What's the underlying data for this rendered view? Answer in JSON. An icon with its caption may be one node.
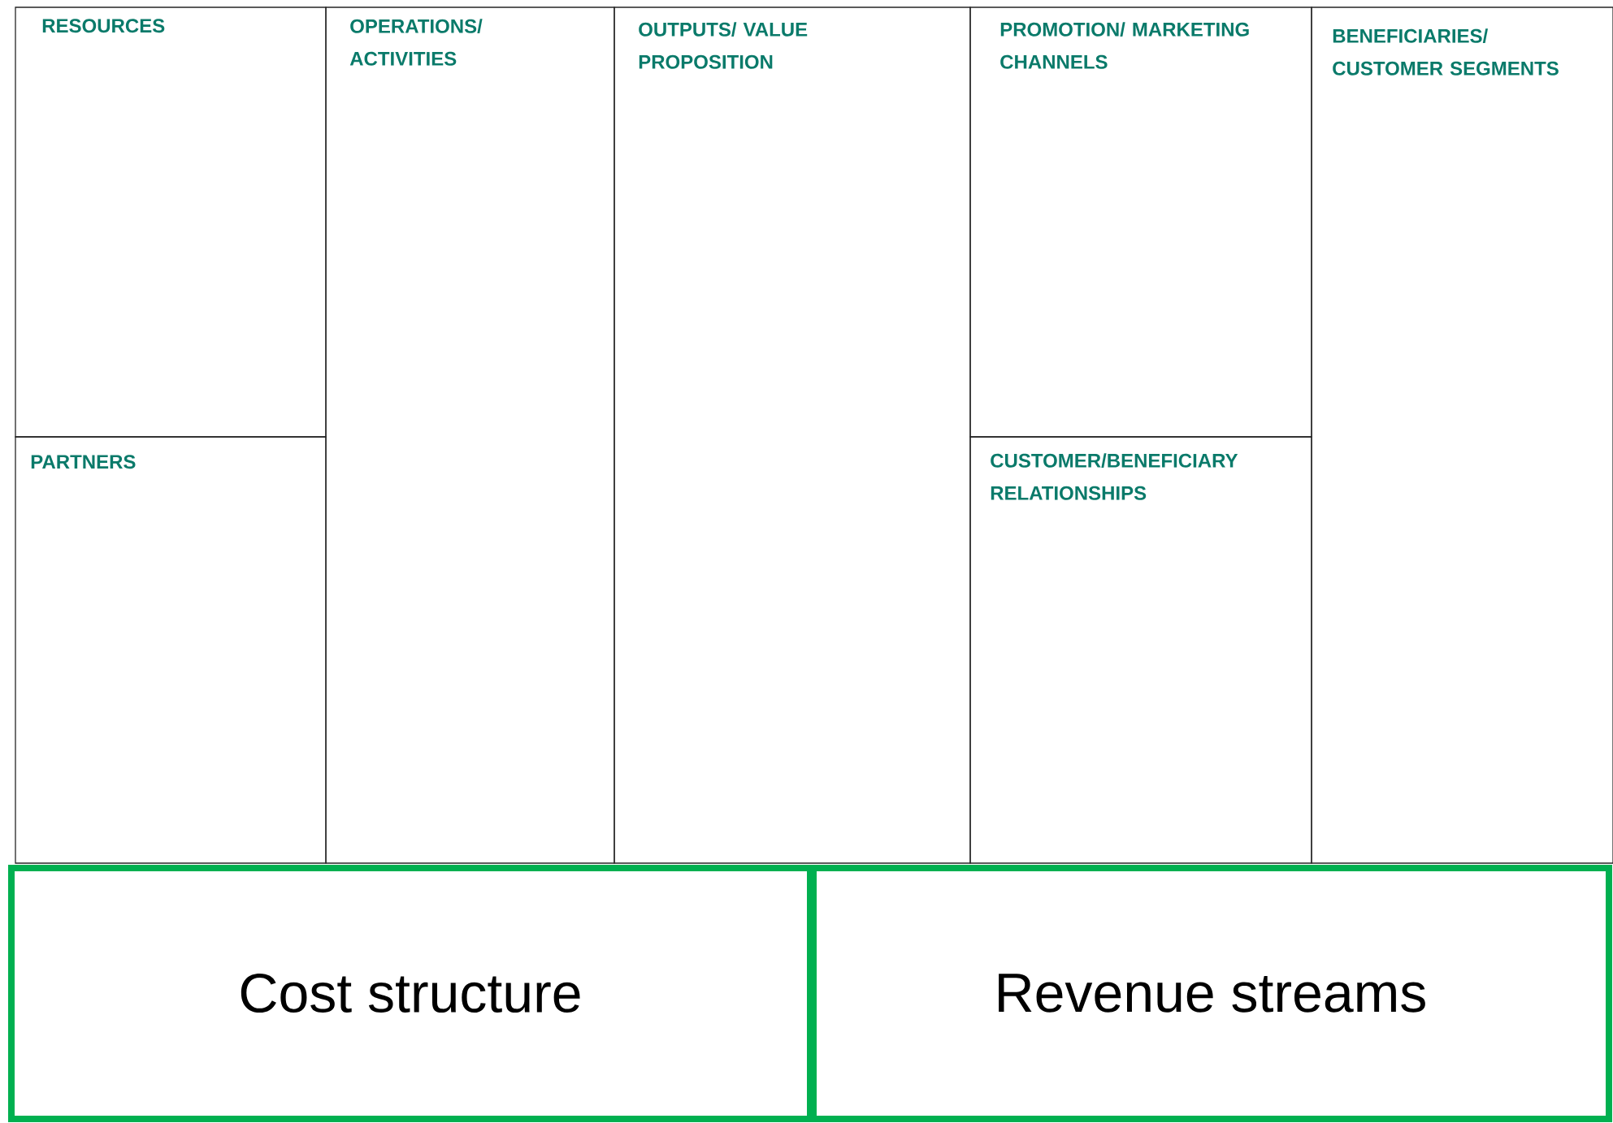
{
  "diagram": {
    "nodes": [
      {
        "text": [
          "RESOURCES"
        ]
      },
      {
        "text": [
          "PARTNERS"
        ]
      },
      {
        "text": [
          "OPERATIONS/ ACTIVITIES"
        ]
      },
      {
        "text": [
          "OUTPUTS/ VALUE PROPOSITION"
        ]
      },
      {
        "text": [
          "PROMOTION/ MARKETING CHANNELS"
        ]
      },
      {
        "text": [
          "CUSTOMER/BENEFICIARY RELATIONSHIPS"
        ]
      },
      {
        "text": [
          "BENEFICIARIES/ CUSTOMER SEGMENTS"
        ]
      },
      {
        "text": [
          "Cost structure"
        ]
      },
      {
        "text": [
          "Revenue streams"
        ]
      }
    ]
  }
}
